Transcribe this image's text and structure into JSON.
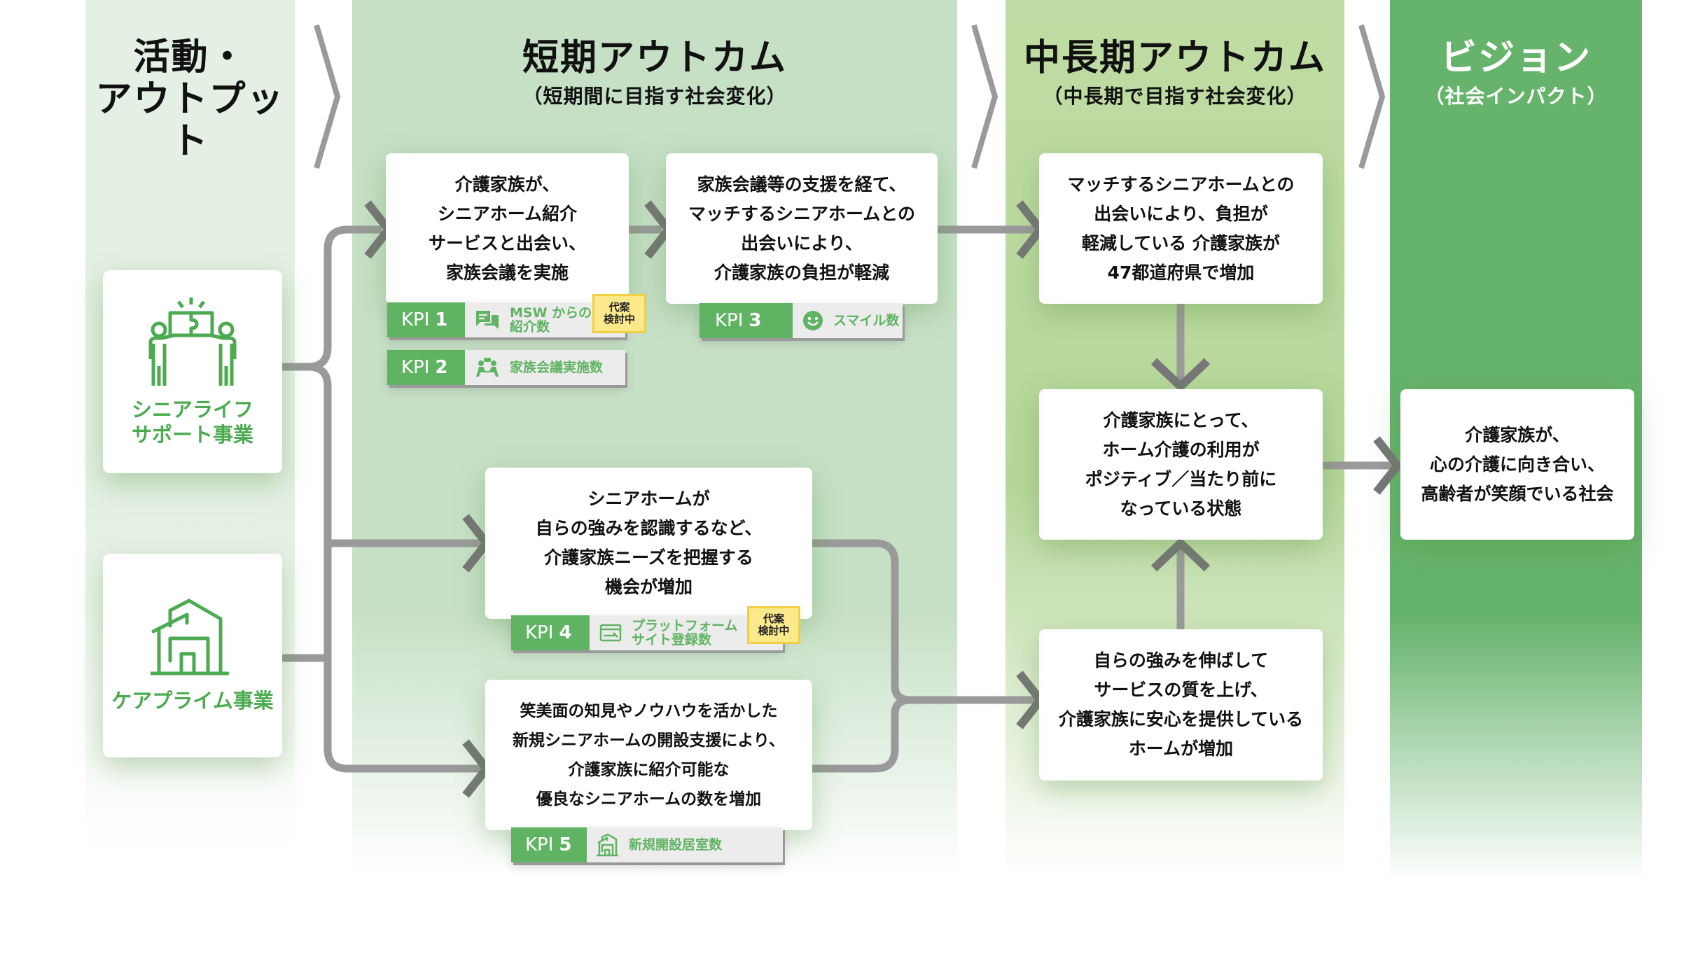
{
  "columns": [
    {
      "id": "activity",
      "title": "活動・\nアウトプット",
      "subtitle": ""
    },
    {
      "id": "short",
      "title": "短期アウトカム",
      "subtitle": "（短期間に目指す社会変化）"
    },
    {
      "id": "mid",
      "title": "中長期アウトカム",
      "subtitle": "（中長期で目指す社会変化）"
    },
    {
      "id": "vision",
      "title": "ビジョン",
      "subtitle": "（社会インパクト）"
    }
  ],
  "businesses": [
    {
      "label": "シニアライフ\nサポート事業",
      "icon": "people-puzzle-icon"
    },
    {
      "label": "ケアプライム事業",
      "icon": "house-icon"
    }
  ],
  "short_outcomes": [
    {
      "text": "介護家族が、\nシニアホーム紹介\nサービスと出会い、\n家族会議を実施"
    },
    {
      "text": "家族会議等の支援を経て、\nマッチするシニアホームとの\n出会いにより、\n介護家族の負担が軽減"
    },
    {
      "text": "シニアホームが\n自らの強みを認識するなど、\n介護家族ニーズを把握する\n機会が増加"
    },
    {
      "text": "笑美面の知見やノウハウを活かした\n新規シニアホームの開設支援により、\n介護家族に紹介可能な\n優良なシニアホームの数を増加"
    }
  ],
  "mid_outcomes": [
    {
      "text": "マッチするシニアホームとの\n出会いにより、負担が\n軽減している 介護家族が\n47都道府県で増加"
    },
    {
      "text": "介護家族にとって、\nホーム介護の利用が\nポジティブ／当たり前に\nなっている状態"
    },
    {
      "text": "自らの強みを伸ばして\nサービスの質を上げ、\n介護家族に安心を提供している\nホームが増加"
    }
  ],
  "vision": {
    "text": "介護家族が、\n心の介護に向き合い、\n高齢者が笑顔でいる社会"
  },
  "kpis": [
    {
      "prefix": "KPI",
      "number": "1",
      "label": "MSW からの\n紹介数",
      "icon": "chat-icon",
      "pending": "代案\n検討中"
    },
    {
      "prefix": "KPI",
      "number": "2",
      "label": "家族会議実施数",
      "icon": "meeting-icon",
      "pending": null
    },
    {
      "prefix": "KPI",
      "number": "3",
      "label": "スマイル数",
      "icon": "smile-icon",
      "pending": null
    },
    {
      "prefix": "KPI",
      "number": "4",
      "label": "プラットフォーム\nサイト登録数",
      "icon": "browser-icon",
      "pending": "代案\n検討中"
    },
    {
      "prefix": "KPI",
      "number": "5",
      "label": "新規開設居室数",
      "icon": "house-icon",
      "pending": null
    }
  ],
  "colors": {
    "accent_green": "#5fb362",
    "activity_bg": "#e4f0e4",
    "short_bg": "#c6e0c6",
    "mid_bg": "#c0dca4",
    "vision_bg": "#66b36c",
    "connector": "#9a9a9a",
    "arrowhead": "#777777",
    "pending_bg": "#fbe98c"
  }
}
